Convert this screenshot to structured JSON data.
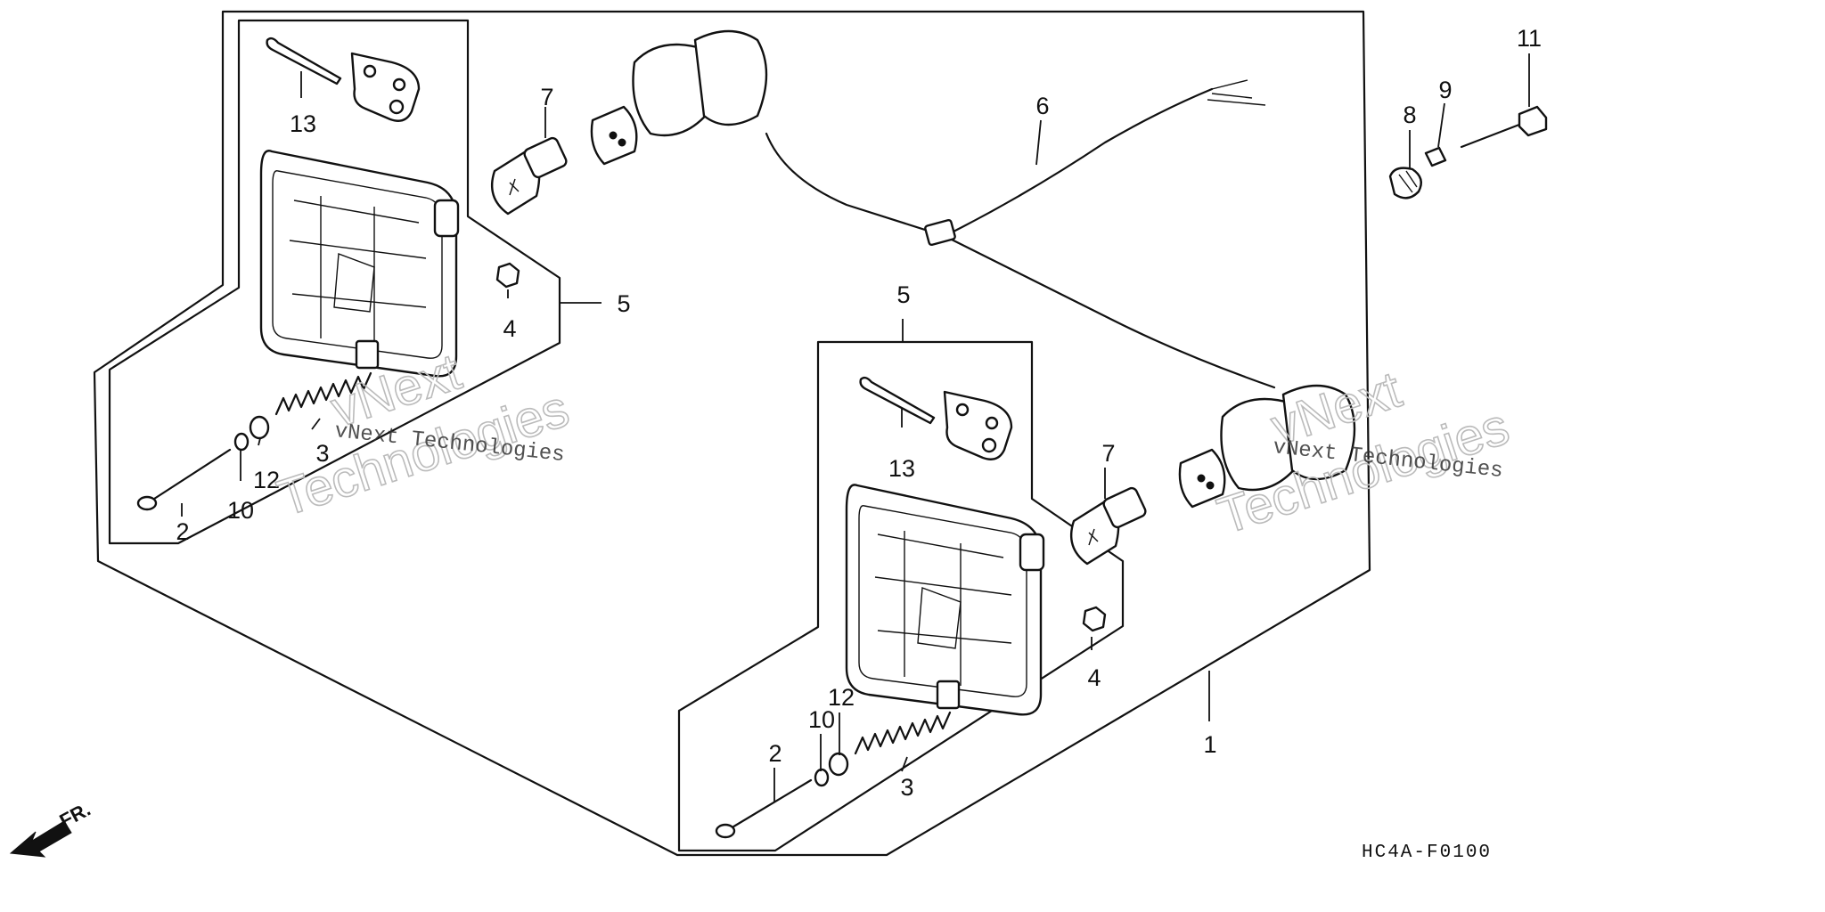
{
  "diagram_code": "HC4A-F0100",
  "front_indicator": "FR.",
  "watermark": {
    "line": "vNext Technologies",
    "big_word_1": "vNext",
    "big_word_2": "Technologies"
  },
  "callouts": {
    "left": {
      "bolt": "2",
      "spring": "3",
      "nut": "4",
      "assembly": "5",
      "bulb": "7",
      "washer_10": "10",
      "washer_12": "12",
      "clip": "13"
    },
    "right": {
      "bolt": "2",
      "spring": "3",
      "nut": "4",
      "assembly": "5",
      "bulb": "7",
      "washer_10": "10",
      "washer_12": "12",
      "clip": "13"
    },
    "outer": {
      "complete_set": "1",
      "wire_harness": "6",
      "grommet": "8",
      "collar": "9",
      "mount_bolt": "11"
    }
  }
}
